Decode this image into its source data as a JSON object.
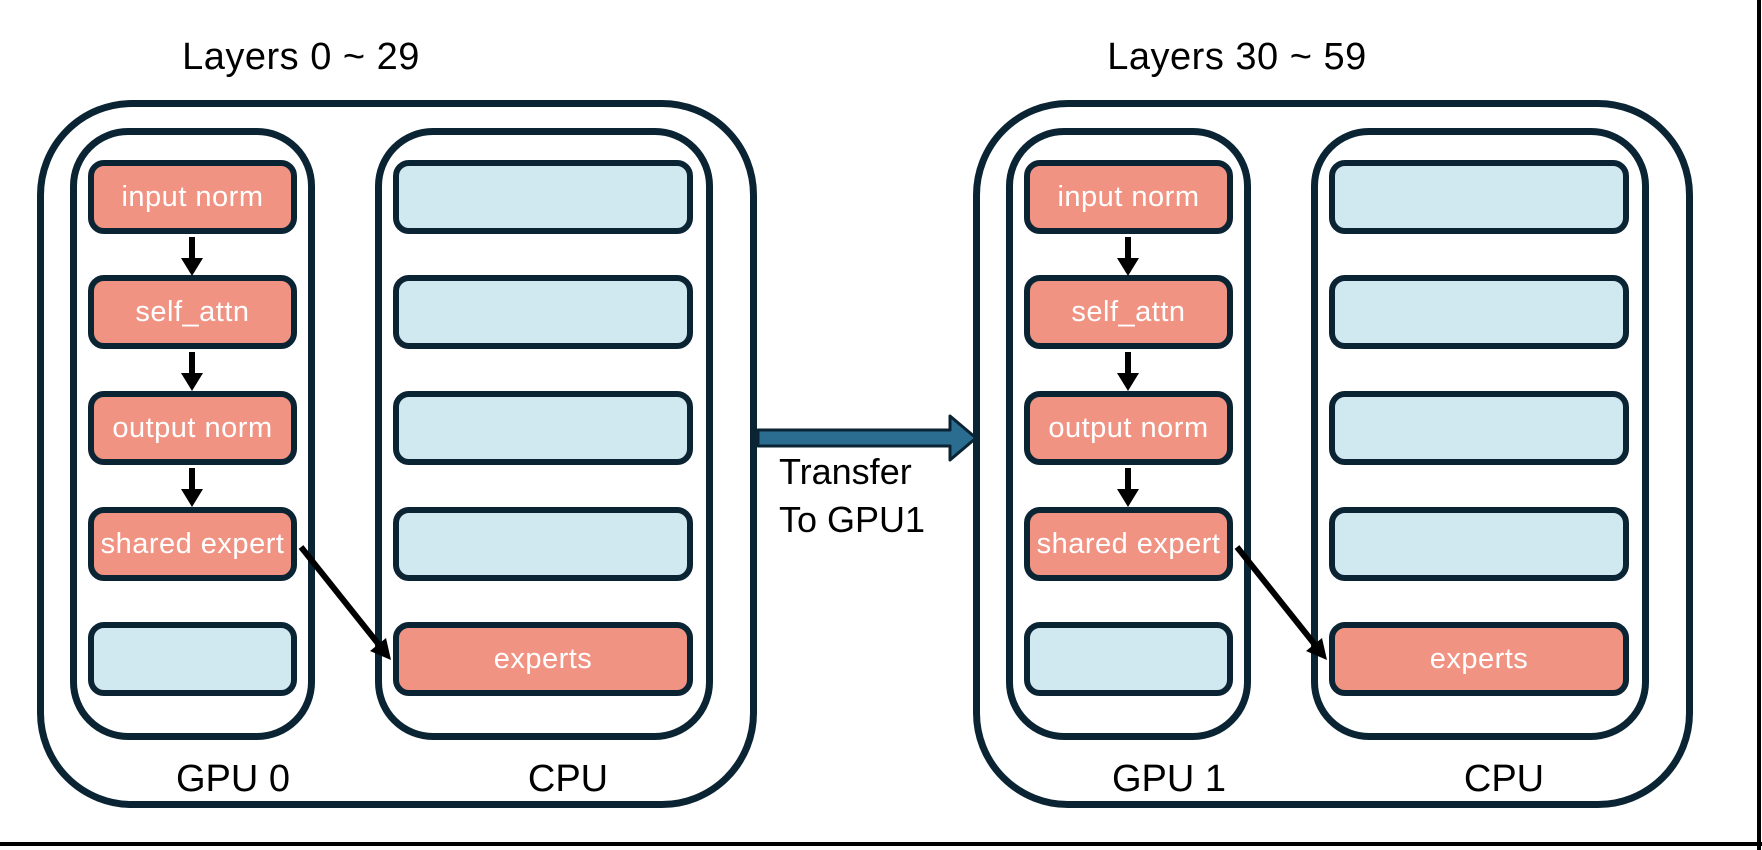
{
  "colors": {
    "outline_navy": "#0B2433",
    "layer_salmon": "#F09383",
    "layer_blue": "#D0E9F1",
    "transfer_teal": "#2B6D90",
    "arrow_black": "#000000"
  },
  "transfer": {
    "line1": "Transfer",
    "line2": "To GPU1"
  },
  "groups": [
    {
      "title": "Layers 0 ~ 29",
      "gpu_label": "GPU 0",
      "cpu_label": "CPU",
      "gpu_boxes": [
        {
          "label": "input norm",
          "variant": "salmon"
        },
        {
          "label": "self_attn",
          "variant": "salmon"
        },
        {
          "label": "output norm",
          "variant": "salmon"
        },
        {
          "label": "shared expert",
          "variant": "salmon"
        },
        {
          "label": "",
          "variant": "blue"
        }
      ],
      "cpu_boxes": [
        {
          "label": "",
          "variant": "blue"
        },
        {
          "label": "",
          "variant": "blue"
        },
        {
          "label": "",
          "variant": "blue"
        },
        {
          "label": "",
          "variant": "blue"
        },
        {
          "label": "experts",
          "variant": "salmon"
        }
      ]
    },
    {
      "title": "Layers 30 ~ 59",
      "gpu_label": "GPU 1",
      "cpu_label": "CPU",
      "gpu_boxes": [
        {
          "label": "input norm",
          "variant": "salmon"
        },
        {
          "label": "self_attn",
          "variant": "salmon"
        },
        {
          "label": "output norm",
          "variant": "salmon"
        },
        {
          "label": "shared expert",
          "variant": "salmon"
        },
        {
          "label": "",
          "variant": "blue"
        }
      ],
      "cpu_boxes": [
        {
          "label": "",
          "variant": "blue"
        },
        {
          "label": "",
          "variant": "blue"
        },
        {
          "label": "",
          "variant": "blue"
        },
        {
          "label": "",
          "variant": "blue"
        },
        {
          "label": "experts",
          "variant": "salmon"
        }
      ]
    }
  ]
}
